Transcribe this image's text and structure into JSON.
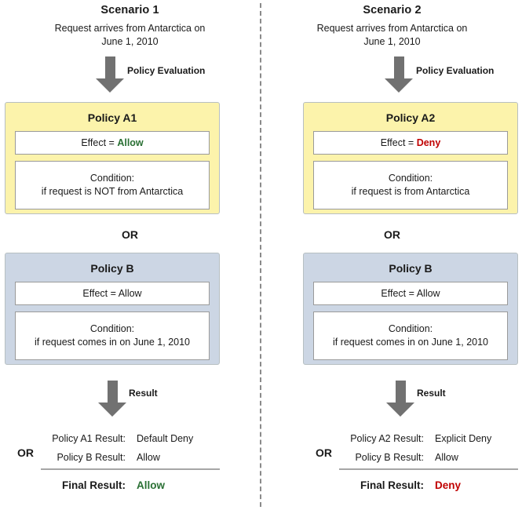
{
  "divider": {
    "style": "dashed-vertical",
    "color": "#8a8a8a"
  },
  "colors": {
    "policy_a_bg": "#fcf3ab",
    "policy_b_bg": "#ccd6e4",
    "card_border": "#b7bfc2",
    "field_border": "#9a9a9a",
    "arrow": "#717171",
    "allow_green": "#2a7034",
    "deny_red": "#c00000",
    "rule_gray": "#a6a6a6"
  },
  "scenarios": [
    {
      "title": "Scenario 1",
      "request": "Request arrives from Antarctica on\nJune 1, 2010",
      "eval_arrow_label": "Policy Evaluation",
      "policy_a": {
        "name": "Policy A1",
        "effect_prefix": "Effect = ",
        "effect_value": "Allow",
        "effect_value_style": "allow",
        "condition_line1": "Condition:",
        "condition_line2": "if request is NOT from Antarctica"
      },
      "or_separator": "OR",
      "policy_b": {
        "name": "Policy B",
        "effect_prefix": "Effect = ",
        "effect_value": "Allow",
        "effect_value_style": "plain",
        "condition_line1": "Condition:",
        "condition_line2": "if request comes in on June 1, 2010"
      },
      "result_arrow_label": "Result",
      "result": {
        "or_label": "OR",
        "rows": [
          {
            "label": "Policy A1 Result:",
            "value": "Default Deny"
          },
          {
            "label": "Policy B Result:",
            "value": "Allow"
          }
        ],
        "final_label": "Final Result:",
        "final_value": "Allow",
        "final_style": "allow"
      }
    },
    {
      "title": "Scenario 2",
      "request": "Request arrives from Antarctica on\nJune 1, 2010",
      "eval_arrow_label": "Policy Evaluation",
      "policy_a": {
        "name": "Policy A2",
        "effect_prefix": "Effect = ",
        "effect_value": "Deny",
        "effect_value_style": "deny",
        "condition_line1": "Condition:",
        "condition_line2": "if request is from Antarctica"
      },
      "or_separator": "OR",
      "policy_b": {
        "name": "Policy B",
        "effect_prefix": "Effect = ",
        "effect_value": "Allow",
        "effect_value_style": "plain",
        "condition_line1": "Condition:",
        "condition_line2": "if request comes in on June 1, 2010"
      },
      "result_arrow_label": "Result",
      "result": {
        "or_label": "OR",
        "rows": [
          {
            "label": "Policy A2 Result:",
            "value": "Explicit Deny"
          },
          {
            "label": "Policy B Result:",
            "value": "Allow"
          }
        ],
        "final_label": "Final Result:",
        "final_value": "Deny",
        "final_style": "deny"
      }
    }
  ]
}
